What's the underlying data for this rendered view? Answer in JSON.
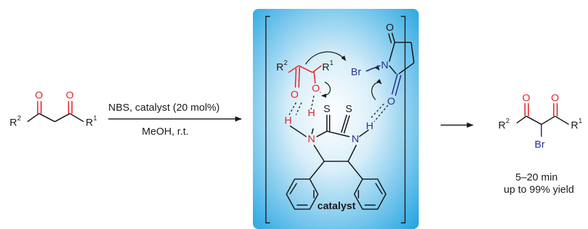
{
  "reactant": {
    "r2": "R",
    "r2_sup": "2",
    "r1": "R",
    "r1_sup": "1",
    "o_left": "O",
    "o_right": "O"
  },
  "conditions": {
    "above": "NBS, catalyst (20 mol%)",
    "below": "MeOH, r.t."
  },
  "catalyst_box": {
    "label": "catalyst",
    "r2": "R",
    "r2_sup": "2",
    "r1": "R",
    "r1_sup": "1",
    "o1": "O",
    "o2": "O",
    "o_minus": "-",
    "h1": "H",
    "h2": "H",
    "h3": "H",
    "n1": "N",
    "n2": "N",
    "s1": "S",
    "s2": "S",
    "br": "Br",
    "n_succ": "N",
    "o_top": "O",
    "o_bottom": "O",
    "colors": {
      "gradient_light": "#e9f6fd",
      "gradient_dark": "#1aa0e0",
      "red": "#e8222a",
      "blue": "#2b2f8e"
    }
  },
  "product": {
    "r2": "R",
    "r2_sup": "2",
    "r1": "R",
    "r1_sup": "1",
    "o_left": "O",
    "o_right": "O",
    "br": "Br",
    "time": "5–20 min",
    "yield": "up to 99% yield"
  }
}
